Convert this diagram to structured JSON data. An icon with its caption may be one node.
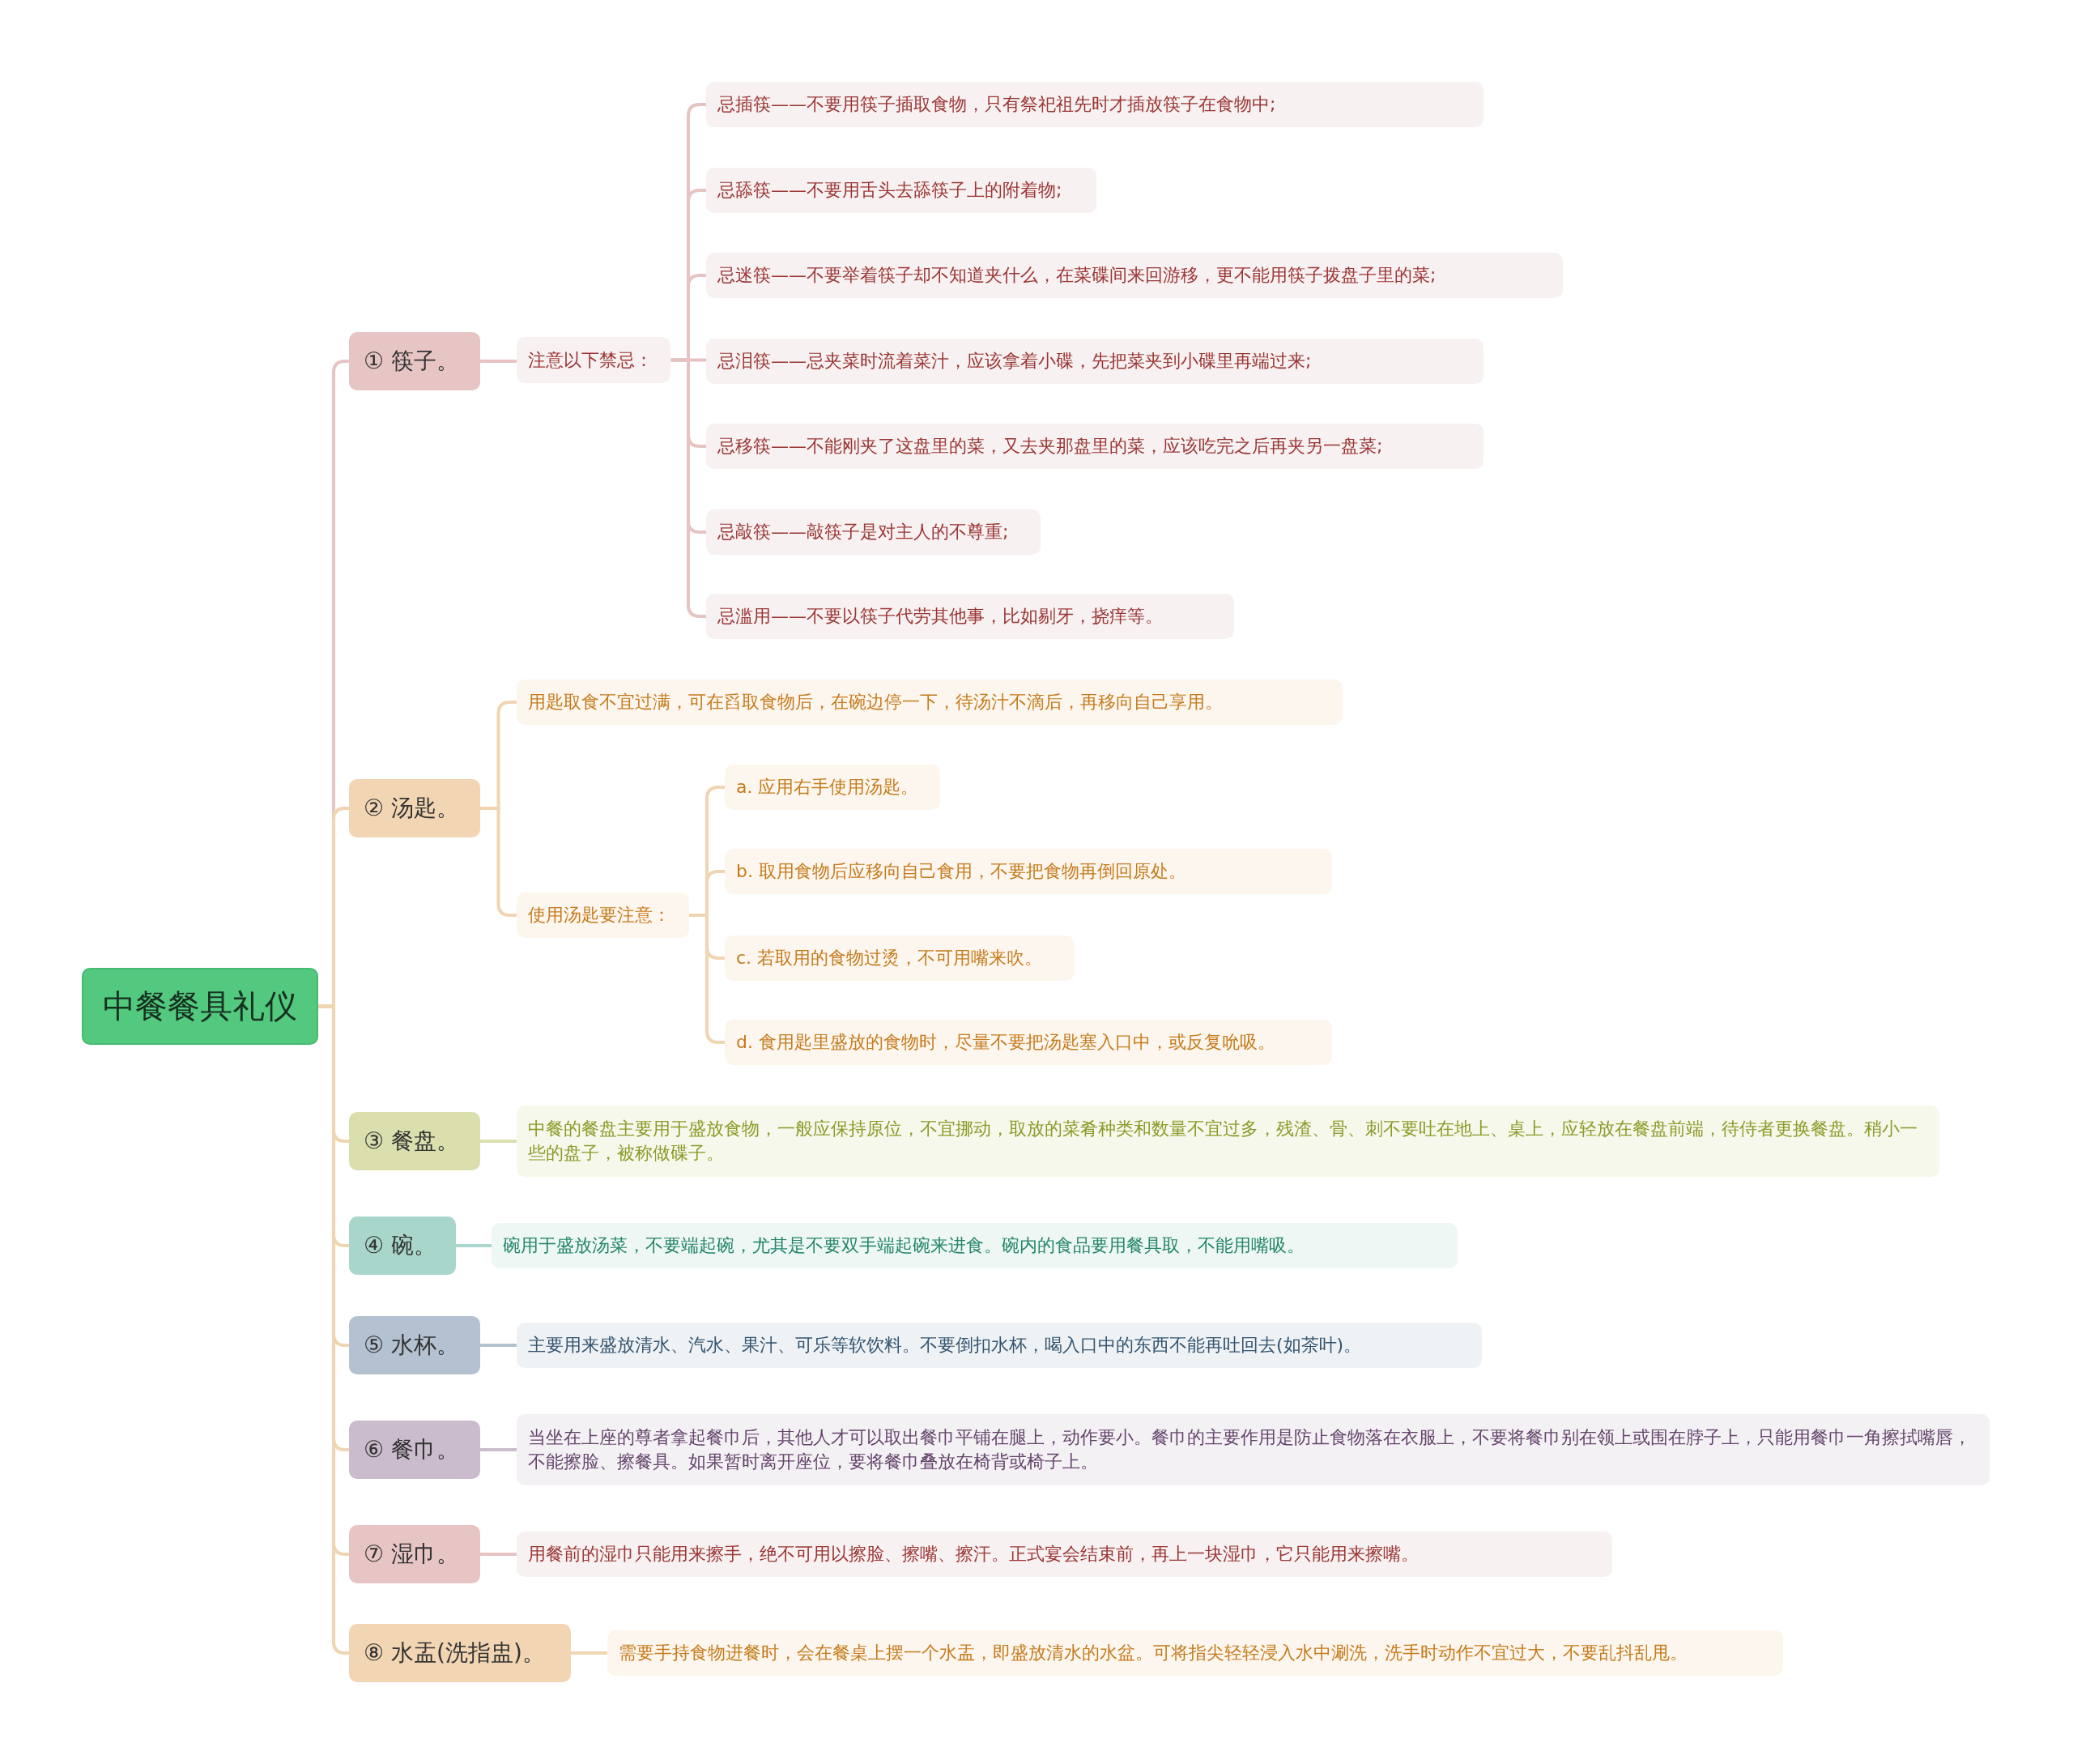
{
  "diagram": {
    "nodes": [
      {
        "text": [
          "中餐餐具礼仪"
        ]
      },
      {
        "text": [
          "① 筷子。"
        ]
      },
      {
        "text": [
          "注意以下禁忌："
        ]
      },
      {
        "text": [
          "忌插筷——不要用筷子插取食物，只有祭祀祖先时才插放筷子在食物中;"
        ]
      },
      {
        "text": [
          "忌舔筷——不要用舌头去舔筷子上的附着物;"
        ]
      },
      {
        "text": [
          "忌迷筷——不要举着筷子却不知道夹什么，在菜碟间来回游移，更不能用筷子拨盘子里的菜;"
        ]
      },
      {
        "text": [
          "忌泪筷——忌夹菜时流着菜汁，应该拿着小碟，先把菜夹到小碟里再端过来;"
        ]
      },
      {
        "text": [
          "忌移筷——不能刚夹了这盘里的菜，又去夹那盘里的菜，应该吃完之后再夹另一盘菜;"
        ]
      },
      {
        "text": [
          "忌敲筷——敲筷子是对主人的不尊重;"
        ]
      },
      {
        "text": [
          "忌滥用——不要以筷子代劳其他事，比如剔牙，挠痒等。"
        ]
      },
      {
        "text": [
          "② 汤匙。"
        ]
      },
      {
        "text": [
          "用匙取食不宜过满，可在舀取食物后，在碗边停一下，待汤汁不滴后，再移向自己享用。"
        ]
      },
      {
        "text": [
          "使用汤匙要注意："
        ]
      },
      {
        "text": [
          "a. 应用右手使用汤匙。"
        ]
      },
      {
        "text": [
          "b. 取用食物后应移向自己食用，不要把食物再倒回原处。"
        ]
      },
      {
        "text": [
          "c. 若取用的食物过烫，不可用嘴来吹。"
        ]
      },
      {
        "text": [
          "d. 食用匙里盛放的食物时，尽量不要把汤匙塞入口中，或反复吮吸。"
        ]
      },
      {
        "text": [
          "③ 餐盘。"
        ]
      },
      {
        "text": [
          "中餐的餐盘主要用于盛放食物，一般应保持原位，不宜挪动，取放的菜肴种类和数量不宜过多，残渣、骨、刺不要吐在地上、桌上，应轻放在餐盘前端，待侍者更换餐盘。稍小一些的盘子，被称做碟子。"
        ]
      },
      {
        "text": [
          "④ 碗。"
        ]
      },
      {
        "text": [
          "碗用于盛放汤菜，不要端起碗，尤其是不要双手端起碗来进食。碗内的食品要用餐具取，不能用嘴吸。"
        ]
      },
      {
        "text": [
          "⑤ 水杯。"
        ]
      },
      {
        "text": [
          "主要用来盛放清水、汽水、果汁、可乐等软饮料。不要倒扣水杯，喝入口中的东西不能再吐回去(如茶叶)。"
        ]
      },
      {
        "text": [
          "⑥ 餐巾。"
        ]
      },
      {
        "text": [
          "当坐在上座的尊者拿起餐巾后，其他人才可以取出餐巾平铺在腿上，动作要小。餐巾的主要作用是防止食物落在衣服上，不要将餐巾别在领上或围在脖子上，只能用餐巾一角擦拭嘴唇，不能擦脸、擦餐具。如果暂时离开座位，要将餐巾叠放在椅背或椅子上。"
        ]
      },
      {
        "text": [
          "⑦ 湿巾。"
        ]
      },
      {
        "text": [
          "用餐前的湿巾只能用来擦手，绝不可用以擦脸、擦嘴、擦汗。正式宴会结束前，再上一块湿巾，它只能用来擦嘴。"
        ]
      },
      {
        "text": [
          "⑧ 水盂(洗指盅)。"
        ]
      },
      {
        "text": [
          "需要手持食物进餐时，会在餐桌上摆一个水盂，即盛放清水的水盆。可将指尖轻轻浸入水中涮洗，洗手时动作不宜过大，不要乱抖乱甩。"
        ]
      }
    ],
    "edges": [
      {
        "from": 0,
        "to": 1,
        "arrow": "none"
      },
      {
        "from": 0,
        "to": 10,
        "arrow": "none",
        "color": "#f0d5b2"
      },
      {
        "from": 0,
        "to": 17,
        "arrow": "none",
        "color": "#f0d5b2"
      },
      {
        "from": 0,
        "to": 19,
        "arrow": "none",
        "color": "#f0d5b2"
      },
      {
        "from": 0,
        "to": 21,
        "arrow": "none",
        "color": "#f0d5b2"
      },
      {
        "from": 0,
        "to": 23,
        "arrow": "none",
        "color": "#f0d5b2"
      },
      {
        "from": 0,
        "to": 25,
        "arrow": "none",
        "color": "#f0d5b2"
      },
      {
        "from": 0,
        "to": 27,
        "arrow": "none",
        "color": "#f0d5b2"
      },
      {
        "from": 1,
        "to": 2,
        "arrow": "none"
      },
      {
        "from": 2,
        "to": 3,
        "arrow": "none"
      },
      {
        "from": 2,
        "to": 4,
        "arrow": "none"
      },
      {
        "from": 2,
        "to": 5,
        "arrow": "none"
      },
      {
        "from": 2,
        "to": 6,
        "arrow": "none"
      },
      {
        "from": 2,
        "to": 7,
        "arrow": "none"
      },
      {
        "from": 2,
        "to": 8,
        "arrow": "none"
      },
      {
        "from": 2,
        "to": 9,
        "arrow": "none"
      },
      {
        "from": 10,
        "to": 11,
        "arrow": "none",
        "color": "#f0d5b2"
      },
      {
        "from": 10,
        "to": 12,
        "arrow": "none",
        "color": "#f0d5b2"
      },
      {
        "from": 12,
        "to": 13,
        "arrow": "none",
        "color": "#f0d5b2"
      },
      {
        "from": 12,
        "to": 14,
        "arrow": "none",
        "color": "#f0d5b2"
      },
      {
        "from": 12,
        "to": 15,
        "arrow": "none",
        "color": "#f0d5b2"
      },
      {
        "from": 12,
        "to": 16,
        "arrow": "none",
        "color": "#f0d5b2"
      },
      {
        "from": 17,
        "to": 18,
        "arrow": "none",
        "color": "#dcdfae"
      },
      {
        "from": 19,
        "to": 20,
        "arrow": "none",
        "color": "#a9d6cb"
      },
      {
        "from": 21,
        "to": 22,
        "arrow": "none",
        "color": "#b3c1d0"
      },
      {
        "from": 23,
        "to": 24,
        "arrow": "none",
        "color": "#cbbccd"
      },
      {
        "from": 25,
        "to": 26,
        "arrow": "none"
      },
      {
        "from": 27,
        "to": 28,
        "arrow": "none",
        "color": "#f0d5b2"
      }
    ]
  }
}
